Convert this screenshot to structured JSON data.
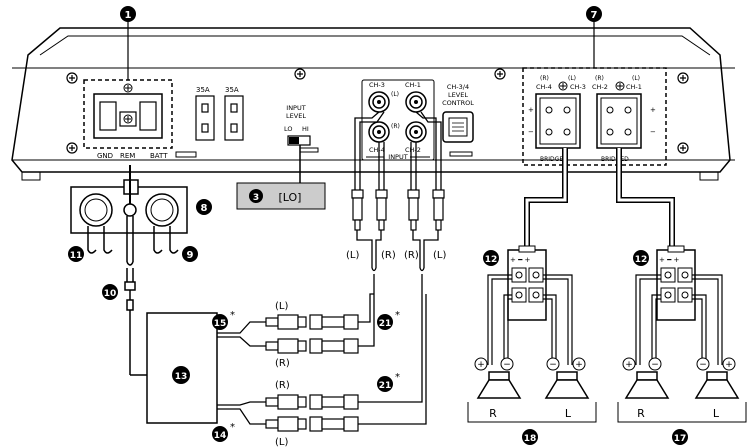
{
  "callouts": {
    "c1": "1",
    "c3": "3",
    "c7": "7",
    "c8": "8",
    "c9": "9",
    "c10": "10",
    "c11": "11",
    "c12a": "12",
    "c12b": "12",
    "c13": "13",
    "c14": "14",
    "c15": "15",
    "c17": "17",
    "c18": "18",
    "c21a": "21",
    "c21b": "21"
  },
  "asterisk": "*",
  "fuse_a": "35A",
  "fuse_b": "35A",
  "power_terminal": {
    "gnd": "GND",
    "rem": "REM",
    "batt": "BATT"
  },
  "input_level": {
    "title_line1": "INPUT",
    "title_line2": "LEVEL",
    "lo": "LO",
    "hi": "HI",
    "setting": "[LO]"
  },
  "rca_input": {
    "ch3": "CH-3",
    "ch1": "CH-1",
    "ch4": "CH-4",
    "ch2": "CH-2",
    "l": "(L)",
    "r": "(R)",
    "label": "INPUT"
  },
  "level_control": {
    "line1": "CH-3/4",
    "line2": "LEVEL",
    "line3": "CONTROL"
  },
  "speaker_out": {
    "r1": "(R)",
    "l1": "(L)",
    "r2": "(R)",
    "l2": "(L)",
    "ch4": "CH-4",
    "ch3": "CH-3",
    "ch2": "CH-2",
    "ch1": "CH-1",
    "bridged": "BRIDGED"
  },
  "cable_labels": {
    "l1": "(L)",
    "r1": "(R)",
    "r2": "(R)",
    "l2": "(L)",
    "src_l_top": "(L)",
    "src_r_top": "(R)",
    "src_r_bottom": "(R)",
    "src_l_bottom": "(L)"
  },
  "speakers": {
    "left_pair_r": "R",
    "left_pair_l": "L",
    "right_pair_r": "R",
    "right_pair_l": "L"
  },
  "colors": {
    "line": "#000000",
    "callout_fill": "#000000",
    "label_box_fill": "#cccccc",
    "device_fill": "#ffffff"
  }
}
